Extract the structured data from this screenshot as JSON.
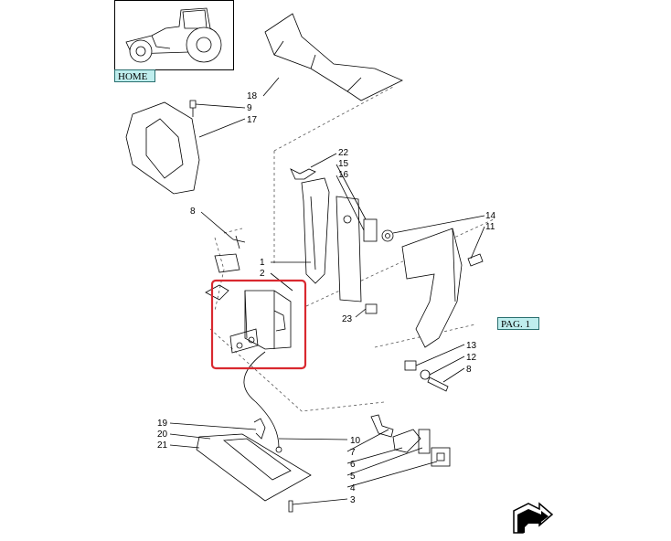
{
  "nav": {
    "home_label": "HOME",
    "page_label": "PAG. 1"
  },
  "callouts": [
    "18",
    "9",
    "17",
    "22",
    "15",
    "16",
    "8",
    "14",
    "11",
    "1",
    "2",
    "23",
    "13",
    "12",
    "8",
    "19",
    "20",
    "21",
    "10",
    "7",
    "6",
    "5",
    "4",
    "3"
  ],
  "highlight_color": "#d9282f",
  "icons": [
    "tractor-thumbnail",
    "return-arrow-icon"
  ]
}
